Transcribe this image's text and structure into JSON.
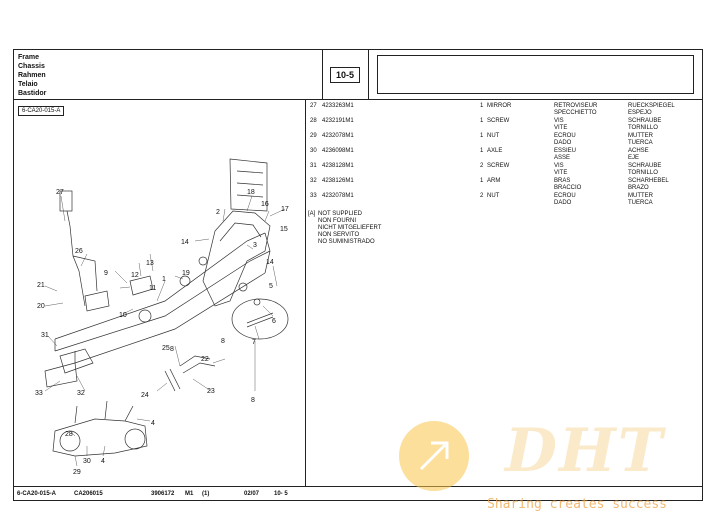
{
  "header": {
    "group_names": [
      "Frame",
      "Chassis",
      "Rahmen",
      "Telaio",
      "Bastidor"
    ],
    "section_number": "10-5"
  },
  "drawing_code": "6-CA20-015-A",
  "callouts": [
    "27",
    "2",
    "18",
    "16",
    "17",
    "15",
    "14",
    "3",
    "26",
    "9",
    "12",
    "13",
    "1",
    "19",
    "11",
    "14",
    "5",
    "21",
    "20",
    "10",
    "6",
    "7",
    "8",
    "8",
    "31",
    "22",
    "25",
    "24",
    "23",
    "33",
    "32",
    "8",
    "4",
    "28",
    "30",
    "4",
    "29"
  ],
  "parts": [
    {
      "ref": "27",
      "part_no": "4233263M1",
      "qty": "1",
      "desc": "MIRROR",
      "fr": "RETROVISEUR",
      "it": "SPECCHIETTO",
      "de": "RUECKSPIEGEL",
      "es": "ESPEJO"
    },
    {
      "ref": "28",
      "part_no": "4232191M1",
      "qty": "1",
      "desc": "SCREW",
      "fr": "VIS",
      "it": "VITE",
      "de": "SCHRAUBE",
      "es": "TORNILLO"
    },
    {
      "ref": "29",
      "part_no": "4232078M1",
      "qty": "1",
      "desc": "NUT",
      "fr": "ECROU",
      "it": "DADO",
      "de": "MUTTER",
      "es": "TUERCA"
    },
    {
      "ref": "30",
      "part_no": "4236098M1",
      "qty": "1",
      "desc": "AXLE",
      "fr": "ESSIEU",
      "it": "ASSE",
      "de": "ACHSE",
      "es": "EJE"
    },
    {
      "ref": "31",
      "part_no": "4238128M1",
      "qty": "2",
      "desc": "SCREW",
      "fr": "VIS",
      "it": "VITE",
      "de": "SCHRAUBE",
      "es": "TORNILLO"
    },
    {
      "ref": "32",
      "part_no": "4238126M1",
      "qty": "1",
      "desc": "ARM",
      "fr": "BRAS",
      "it": "BRACCIO",
      "de": "SCHARHEBEL",
      "es": "BRAZO"
    },
    {
      "ref": "33",
      "part_no": "4232078M1",
      "qty": "2",
      "desc": "NUT",
      "fr": "ECROU",
      "it": "DADO",
      "de": "MUTTER",
      "es": "TUERCA"
    }
  ],
  "notes": {
    "marker": "[A]",
    "lines": [
      "NOT SUPPLIED",
      "NON FOURNI",
      "NICHT MITGELIEFERT",
      "NON SERVITO",
      "NO SUMINISTRADO"
    ]
  },
  "footer": {
    "drawing": "6-CA20-015-A",
    "model": "CA206015",
    "catalog": "3906172",
    "edition": "M1",
    "page_ref": "(1)",
    "date": "02/07",
    "section": "10- 5"
  },
  "watermark": {
    "logo": "DHT",
    "slogan": "Sharing creates success"
  }
}
